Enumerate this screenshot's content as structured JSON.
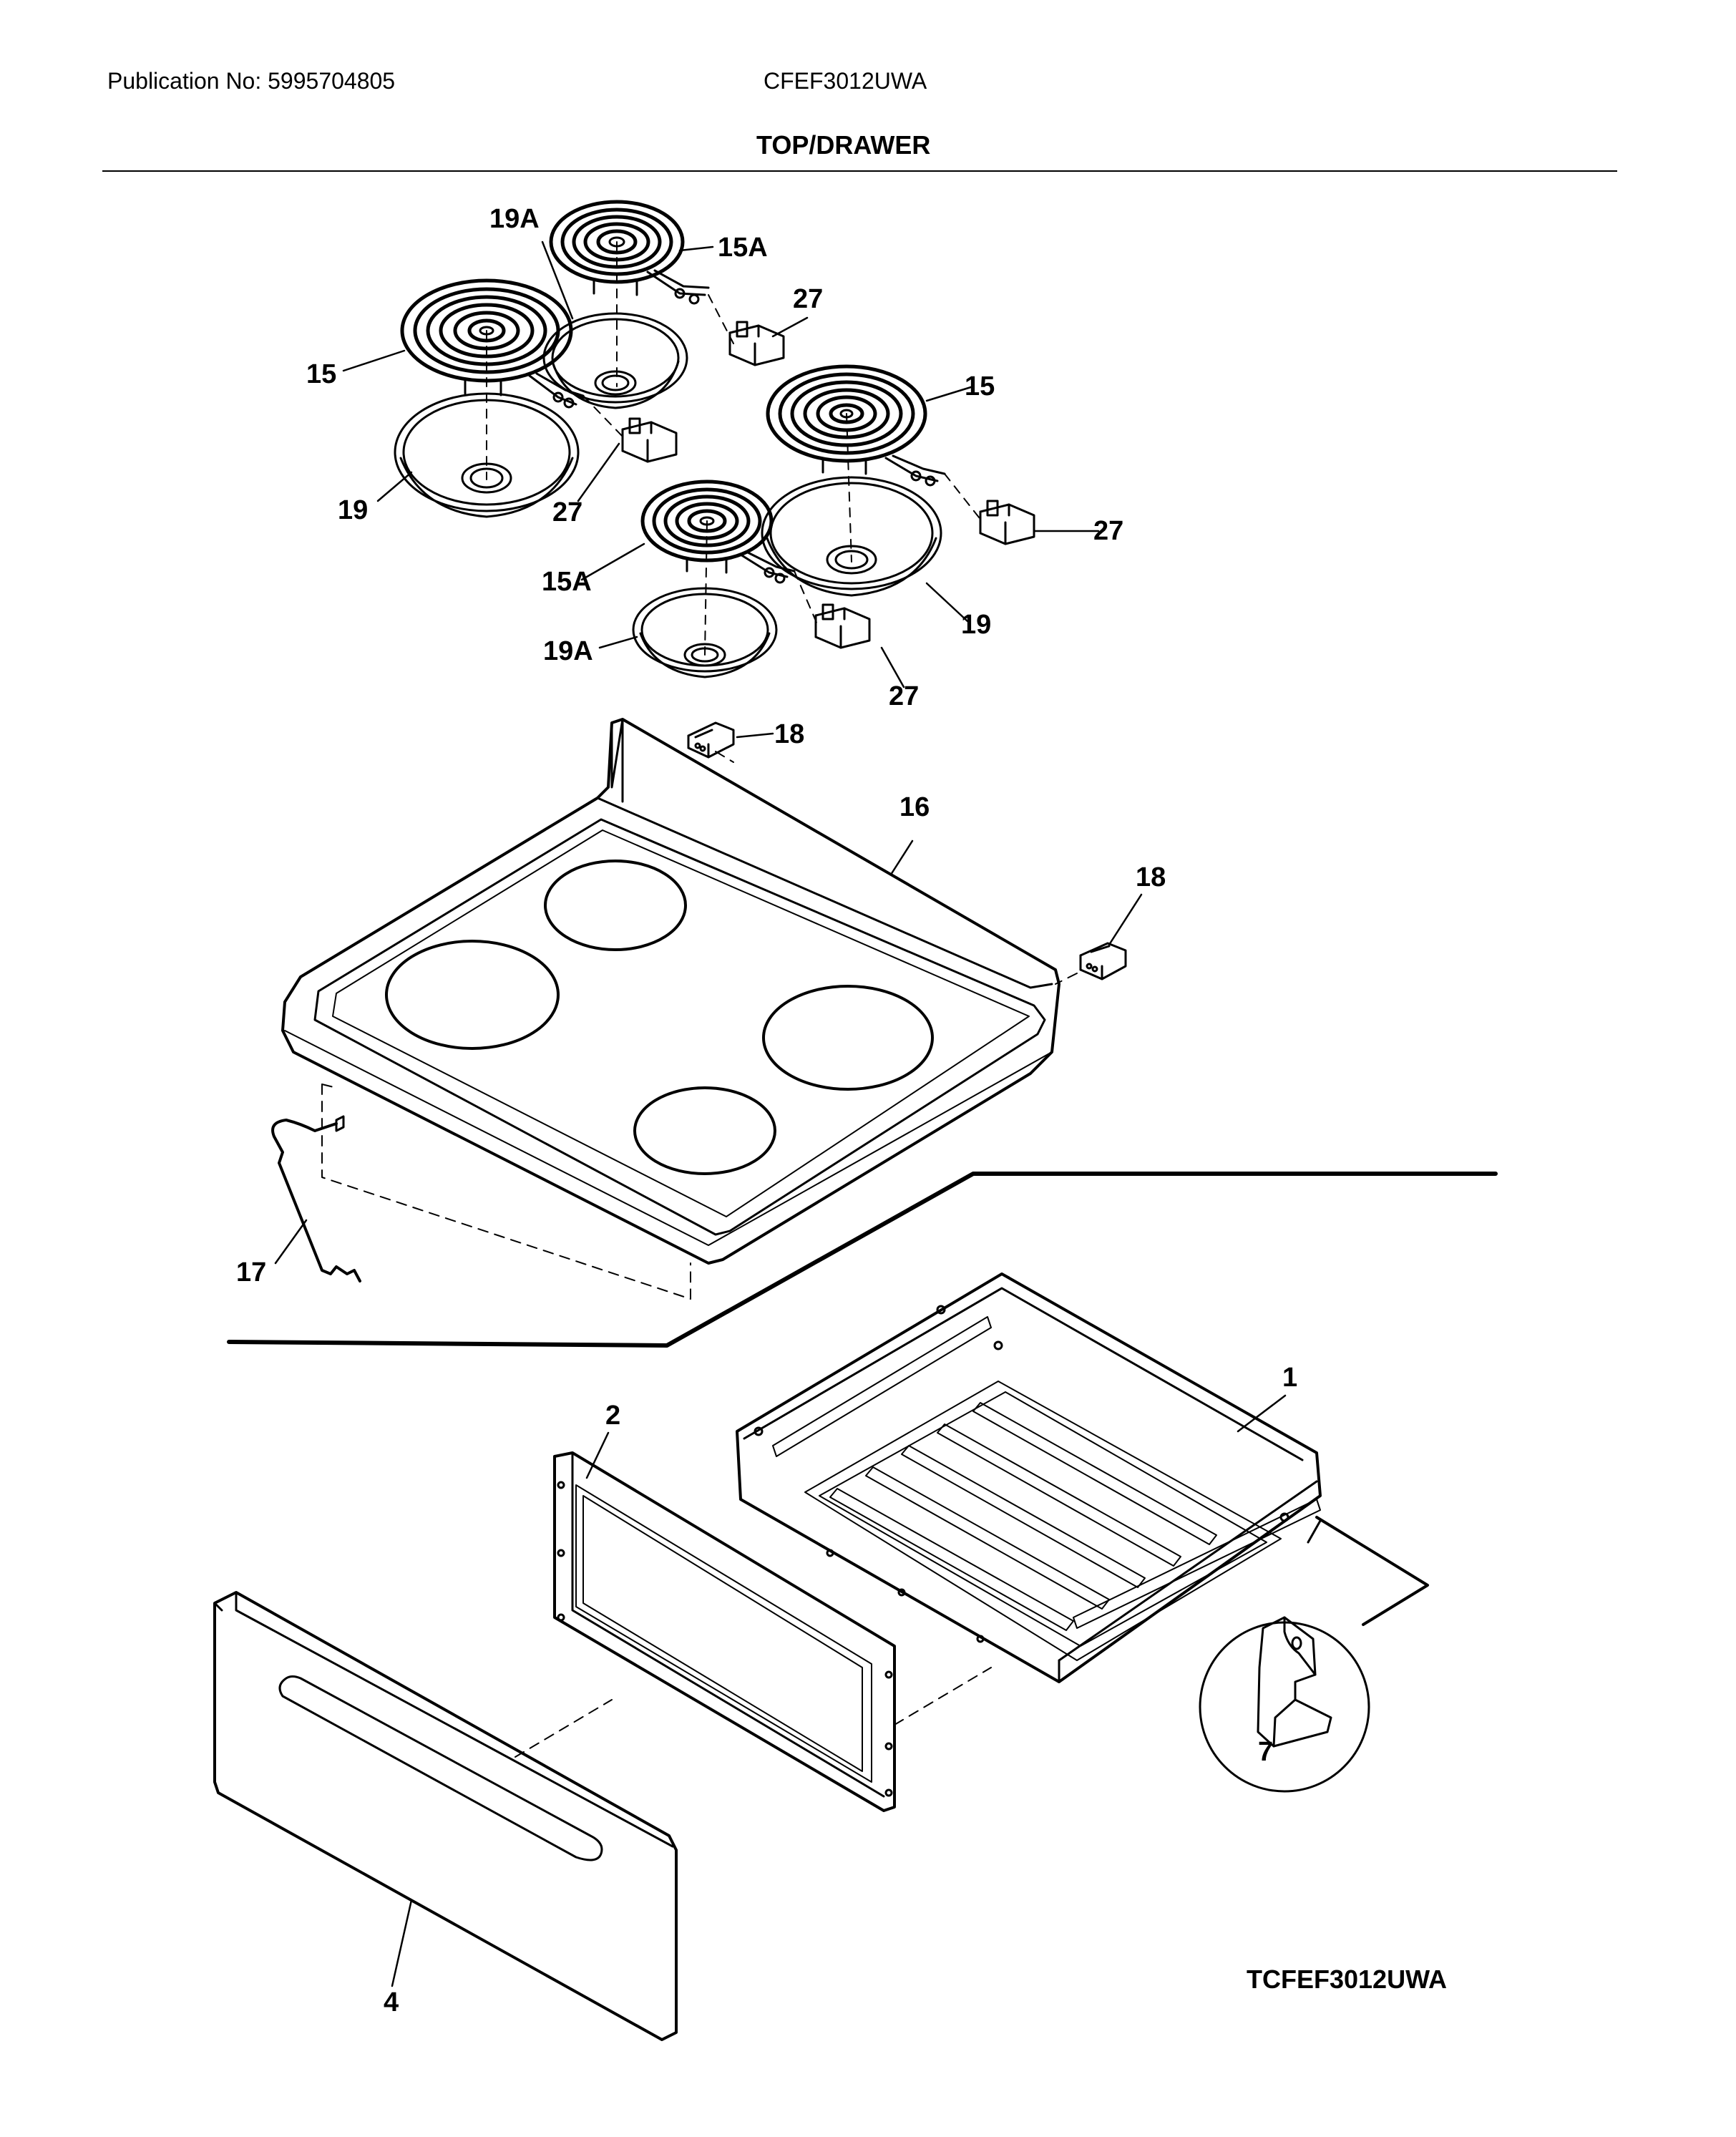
{
  "header": {
    "publication": "Publication No: 5995704805",
    "model": "CFEF3012UWA",
    "section_title": "TOP/DRAWER"
  },
  "footer": {
    "diagram_code": "TCFEF3012UWA"
  },
  "callouts": {
    "c19a_top": "19A",
    "c15a_top": "15A",
    "c27_top": "27",
    "c15_left": "15",
    "c15_right": "15",
    "c19_left": "19",
    "c27_mid": "27",
    "c27_right": "27",
    "c15a_front": "15A",
    "c19_right": "19",
    "c19a_front": "19A",
    "c27_front": "27",
    "c18_top": "18",
    "c16": "16",
    "c18_right": "18",
    "c17": "17",
    "c1": "1",
    "c2": "2",
    "c7": "7",
    "c4": "4"
  }
}
